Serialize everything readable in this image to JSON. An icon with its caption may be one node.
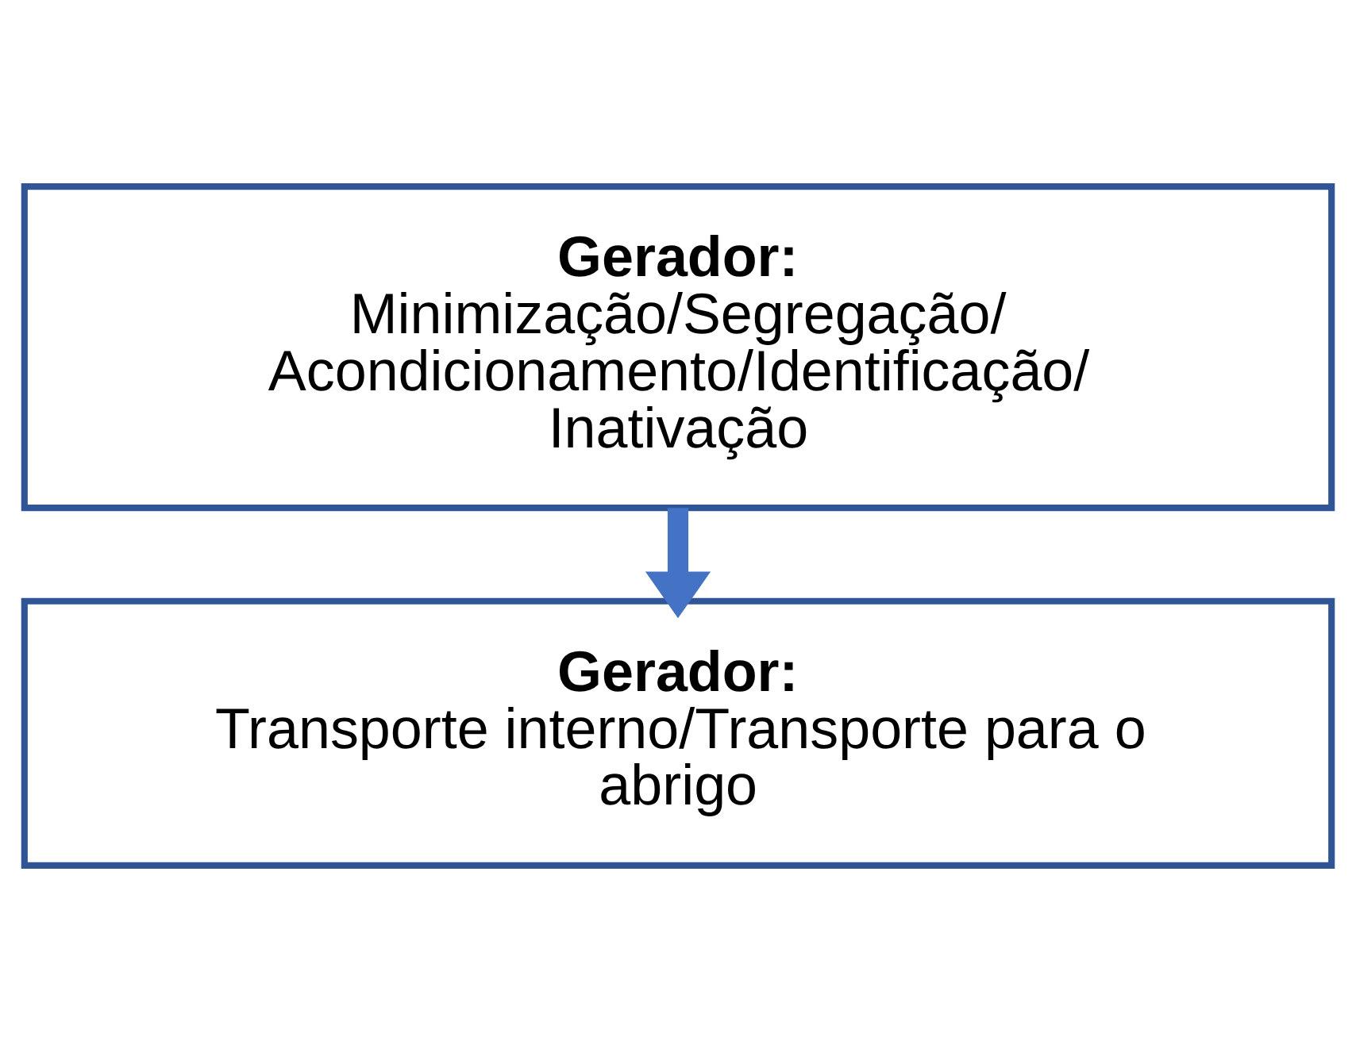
{
  "diagram": {
    "nodes": [
      {
        "text": [
          "Gerador:",
          "Minimização/Segregação/ Acondicionamento/Identificação/ Inativação"
        ]
      },
      {
        "text": [
          "Gerador:",
          "Transporte interno/Transporte para o abrigo"
        ]
      }
    ],
    "edges": [
      {
        "from": 0,
        "to": 1,
        "arrow": "to"
      }
    ]
  }
}
